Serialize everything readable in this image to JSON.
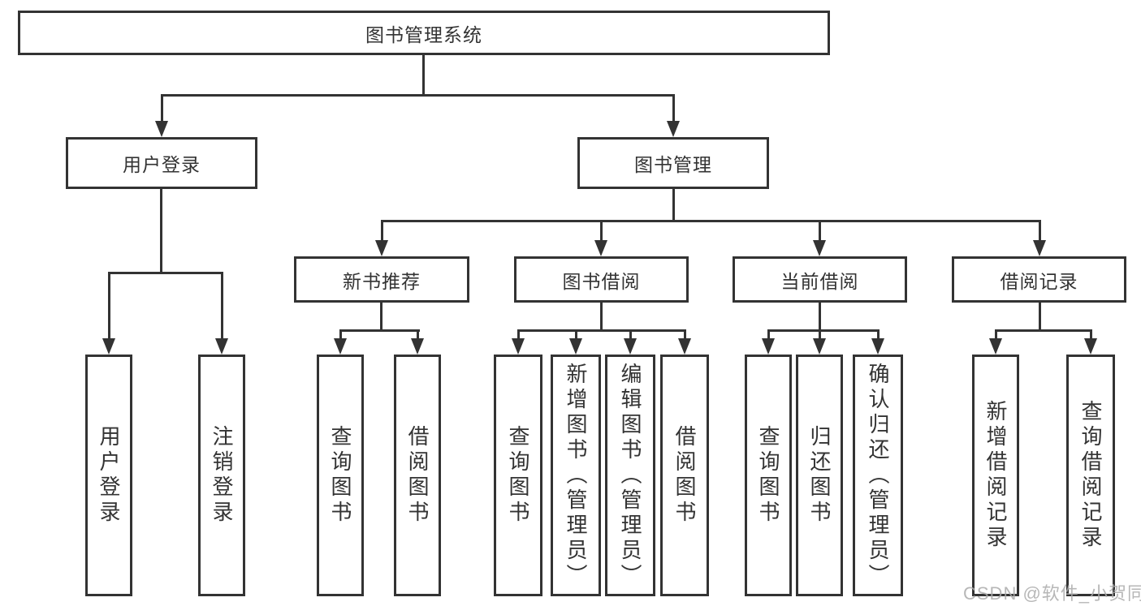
{
  "diagram": {
    "title": "图书管理系统",
    "root": {
      "label": "图书管理系统"
    },
    "branches": {
      "user_login": {
        "label": "用户登录",
        "leaves": [
          "用户登录",
          "注销登录"
        ]
      },
      "book_mgmt": {
        "label": "图书管理",
        "children": {
          "new_books": {
            "label": "新书推荐",
            "leaves": [
              "查询图书",
              "借阅图书"
            ]
          },
          "book_borrow": {
            "label": "图书借阅",
            "leaves": [
              "查询图书",
              "新增图书（管理员）",
              "编辑图书（管理员）",
              "借阅图书"
            ]
          },
          "current_borrow": {
            "label": "当前借阅",
            "leaves": [
              "查询图书",
              "归还图书",
              "确认归还（管理员）"
            ]
          },
          "borrow_records": {
            "label": "借阅记录",
            "leaves": [
              "新增借阅记录",
              "查询借阅记录"
            ]
          }
        }
      }
    }
  },
  "watermark": "CSDN @软件_小贺同学",
  "colors": {
    "line": "#333333",
    "text": "#333333",
    "bg": "#ffffff",
    "wm": "#ababab"
  }
}
